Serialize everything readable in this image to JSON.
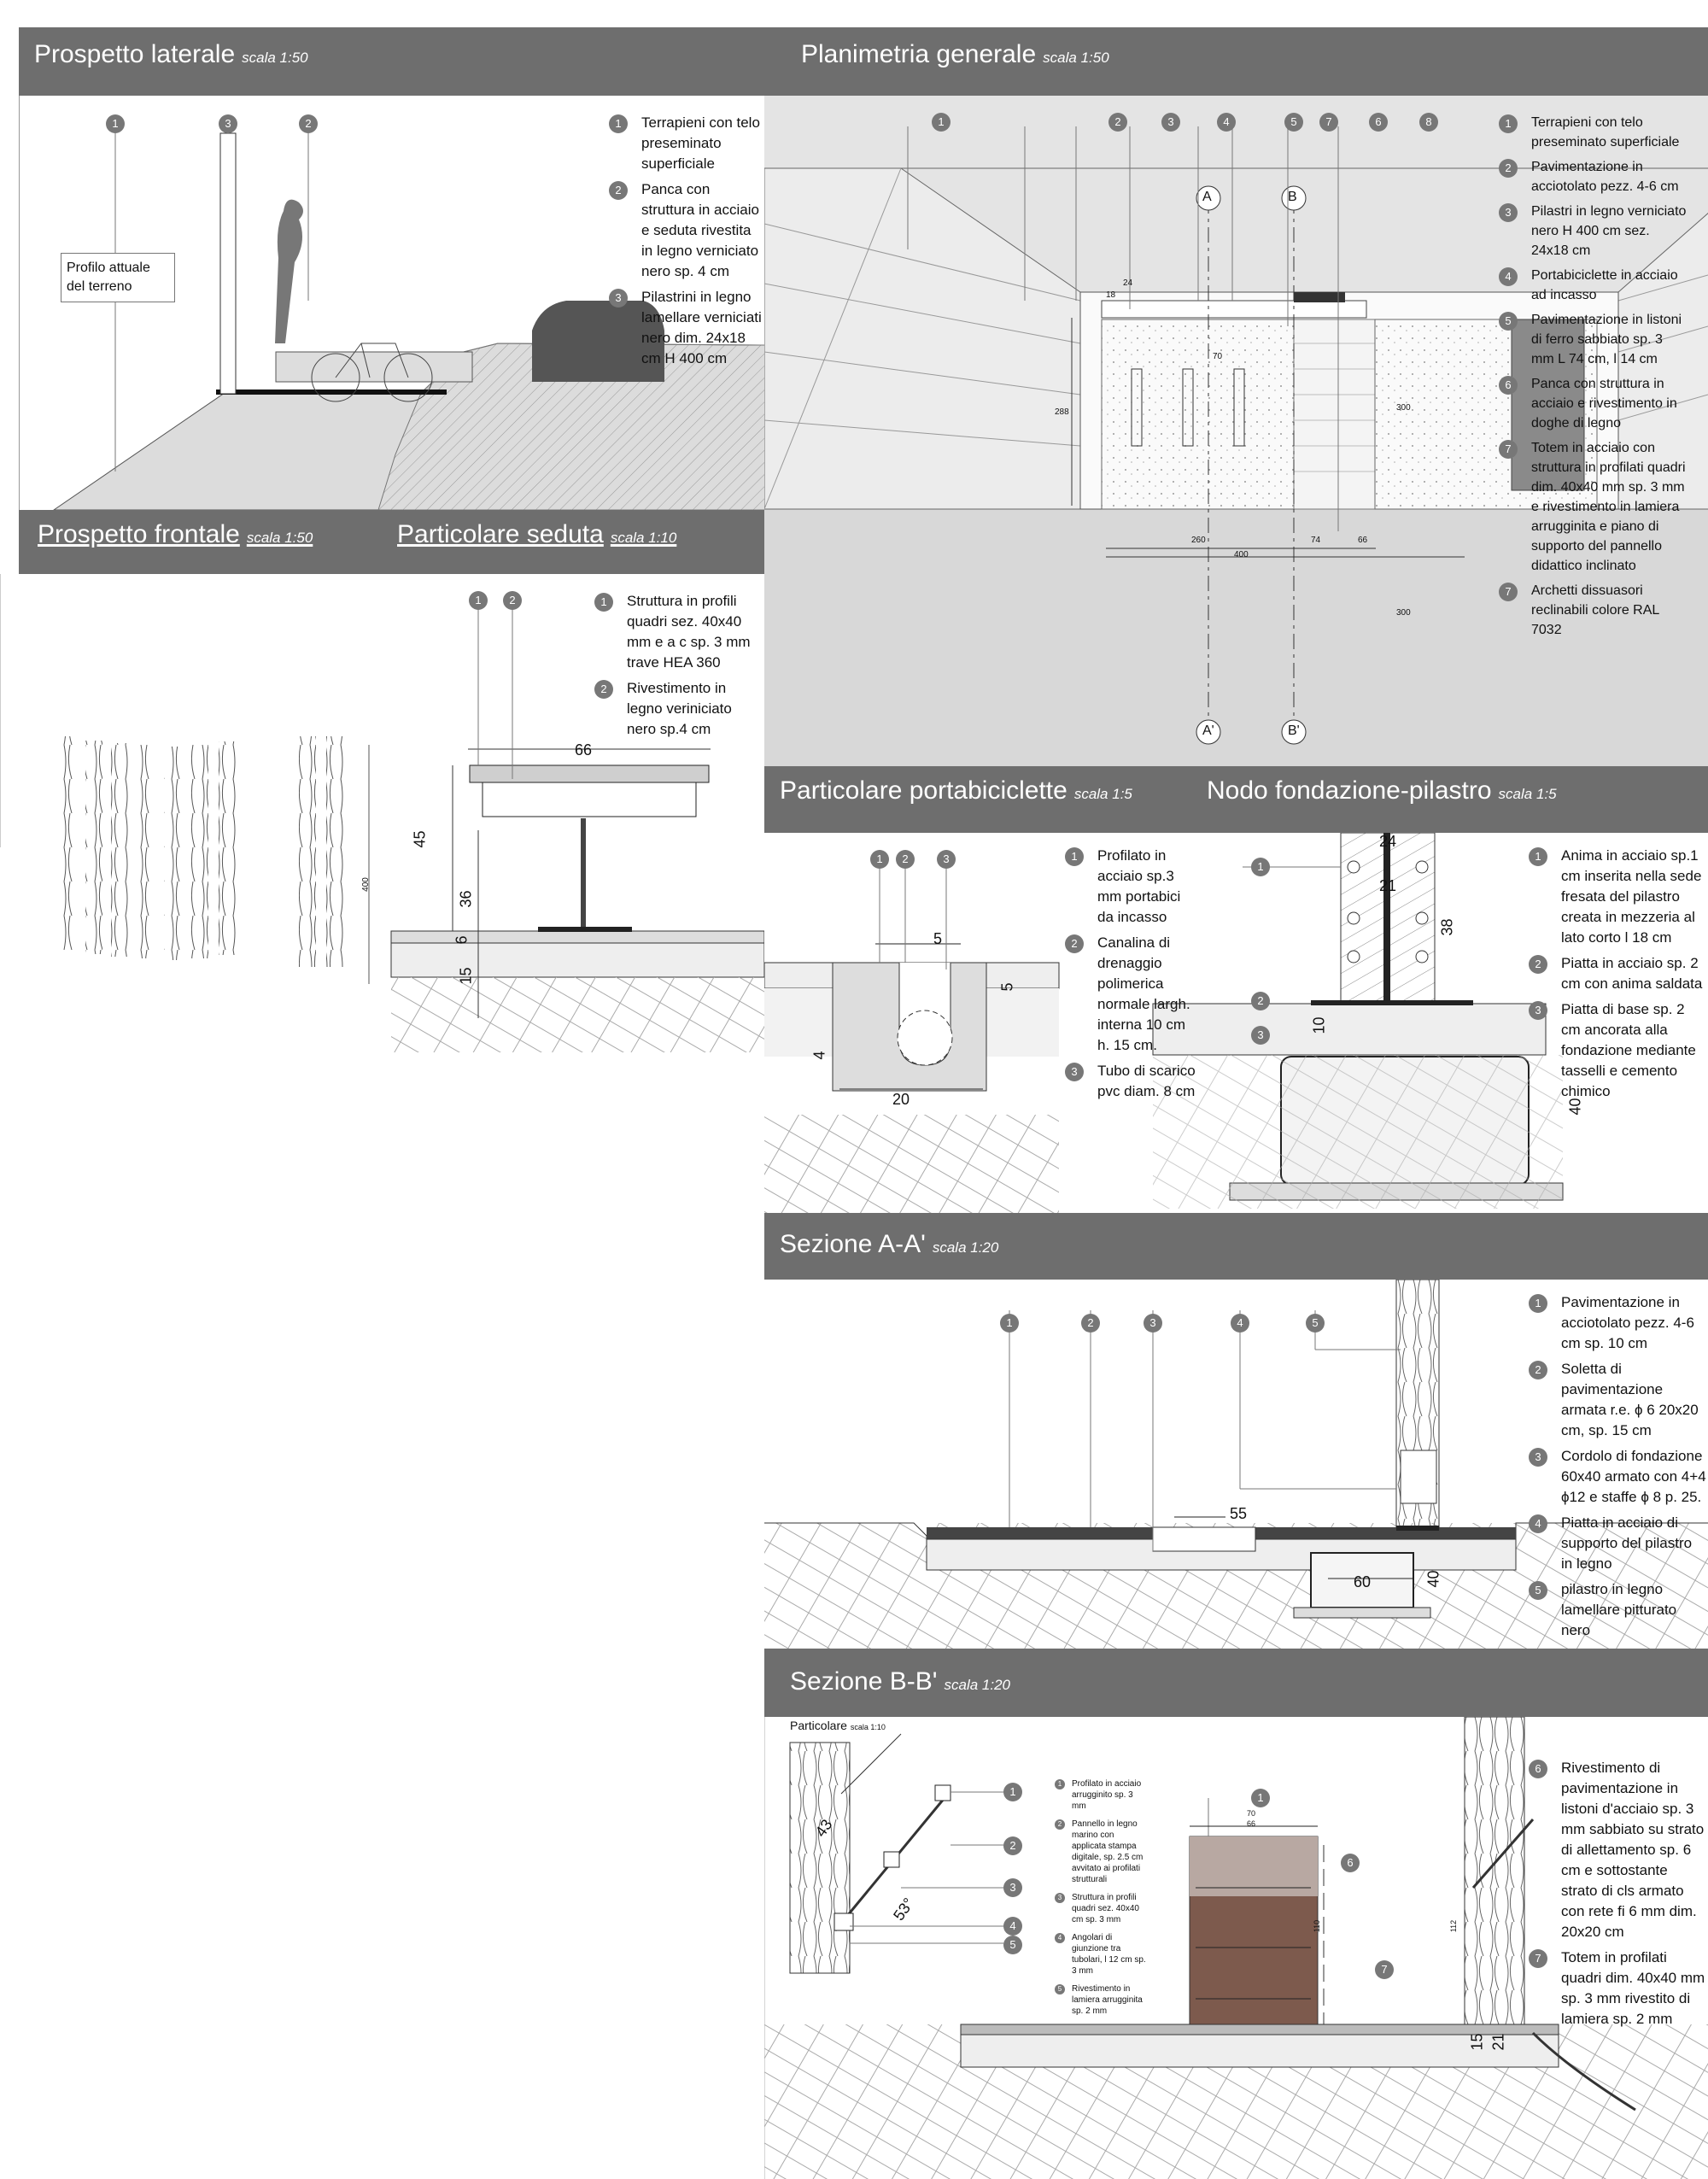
{
  "sections": {
    "prospetto_laterale": {
      "title": "Prospetto laterale",
      "scale": "scala 1:50"
    },
    "planimetria": {
      "title": "Planimetria generale",
      "scale": "scala 1:50"
    },
    "prospetto_frontale": {
      "title": "Prospetto frontale",
      "scale": "scala 1:50"
    },
    "particolare_seduta": {
      "title": "Particolare seduta",
      "scale": "scala 1:10"
    },
    "particolare_portabici": {
      "title": "Particolare portabiciclette",
      "scale": "scala 1:5"
    },
    "nodo_fondazione": {
      "title": "Nodo fondazione-pilastro",
      "scale": "scala 1:5"
    },
    "sezione_aa": {
      "title": "Sezione A-A'",
      "scale": "scala 1:20"
    },
    "sezione_bb": {
      "title": "Sezione B-B'",
      "scale": "scala 1:20"
    },
    "particolare_bb": {
      "title": "Particolare",
      "scale": "scala 1:10"
    }
  },
  "legends": {
    "prospetto_laterale": [
      {
        "n": "1",
        "text": "Terrapieni con telo preseminato superficiale"
      },
      {
        "n": "2",
        "text": "Panca con struttura in acciaio e seduta rivestita in legno verniciato nero sp. 4 cm"
      },
      {
        "n": "3",
        "text": "Pilastrini in legno lamellare verniciati nero dim. 24x18 cm H 400 cm"
      }
    ],
    "planimetria": [
      {
        "n": "1",
        "text": "Terrapieni con telo preseminato superficiale"
      },
      {
        "n": "2",
        "text": "Pavimentazione in acciotolato pezz. 4-6 cm"
      },
      {
        "n": "3",
        "text": "Pilastri in legno verniciato nero H 400 cm sez. 24x18 cm"
      },
      {
        "n": "4",
        "text": "Portabiciclette in acciaio ad incasso"
      },
      {
        "n": "5",
        "text": "Pavimentazione in listoni di ferro sabbiato sp. 3 mm L 74 cm, l 14 cm"
      },
      {
        "n": "6",
        "text": "Panca con struttura in acciaio e rivestimento in doghe di legno"
      },
      {
        "n": "7",
        "text": "Totem in acciaio con struttura in profilati quadri dim. 40x40 mm sp. 3 mm e rivestimento in lamiera arrugginita e piano di supporto del pannello didattico inclinato"
      },
      {
        "n": "7",
        "text": "Archetti dissuasori reclinabili colore RAL 7032"
      }
    ],
    "seduta": [
      {
        "n": "1",
        "text": "Struttura in profili quadri sez. 40x40 mm e a c sp. 3 mm trave HEA 360"
      },
      {
        "n": "2",
        "text": "Rivestimento in legno veriniciato nero sp.4 cm"
      }
    ],
    "portabici": [
      {
        "n": "1",
        "text": "Profilato in acciaio sp.3 mm portabici da incasso"
      },
      {
        "n": "2",
        "text": "Canalina di drenaggio polimerica normale largh. interna 10 cm h. 15 cm."
      },
      {
        "n": "3",
        "text": "Tubo di scarico pvc diam. 8 cm"
      }
    ],
    "nodo": [
      {
        "n": "1",
        "text": "Anima in acciaio sp.1 cm inserita nella sede fresata del pilastro creata in mezzeria al lato corto l 18 cm"
      },
      {
        "n": "2",
        "text": "Piatta in acciaio sp. 2 cm con anima saldata"
      },
      {
        "n": "3",
        "text": "Piatta di base sp. 2 cm ancorata alla fondazione mediante tasselli e cemento chimico"
      }
    ],
    "sezione_aa": [
      {
        "n": "1",
        "text": "Pavimentazione in acciotolato pezz. 4-6 cm sp. 10 cm"
      },
      {
        "n": "2",
        "text": "Soletta di pavimentazione armata r.e. ϕ 6 20x20 cm, sp. 15 cm"
      },
      {
        "n": "3",
        "text": "Cordolo di fondazione 60x40 armato con 4+4 ϕ12 e staffe ϕ 8 p. 25."
      },
      {
        "n": "4",
        "text": "Piatta in acciaio di supporto del pilastro in legno"
      },
      {
        "n": "5",
        "text": "pilastro in legno lamellare pitturato nero"
      }
    ],
    "particolare_bb": [
      {
        "n": "1",
        "text": "Profilato in acciaio arrugginito sp. 3 mm"
      },
      {
        "n": "2",
        "text": "Pannello in legno marino con applicata stampa digitale, sp. 2.5 cm avvitato ai profilati strutturali"
      },
      {
        "n": "3",
        "text": "Struttura in profili quadri sez. 40x40 cm sp. 3 mm"
      },
      {
        "n": "4",
        "text": "Angolari di giunzione tra tubolari, l 12 cm sp. 3 mm"
      },
      {
        "n": "5",
        "text": "Rivestimento in lamiera arrugginita sp. 2 mm"
      }
    ],
    "sezione_bb": [
      {
        "n": "6",
        "text": "Rivestimento di pavimentazione in listoni d'acciaio sp. 3 mm sabbiato su strato di allettamento sp. 6 cm e sottostante strato di cls armato con rete fi 6 mm dim. 20x20 cm"
      },
      {
        "n": "7",
        "text": "Totem in profilati quadri dim. 40x40 mm sp. 3 mm rivestito di lamiera sp. 2 mm"
      }
    ]
  },
  "callouts": {
    "laterale": [
      "1",
      "3",
      "2"
    ],
    "planimetria": [
      "1",
      "2",
      "3",
      "4",
      "5",
      "7",
      "6",
      "8"
    ],
    "seduta": [
      "1",
      "2"
    ],
    "portabici": [
      "1",
      "2",
      "3"
    ],
    "nodo": [
      "1",
      "2",
      "3"
    ],
    "sezione_aa": [
      "1",
      "2",
      "3",
      "4",
      "5"
    ],
    "particolare_bb": [
      "1",
      "2",
      "3",
      "4",
      "5"
    ],
    "sezione_bb": [
      "1",
      "6",
      "7"
    ]
  },
  "labels": {
    "profilo_terreno": "Profilo attuale del terreno",
    "sezione_a": "A",
    "sezione_b": "B",
    "sezione_a1": "A'",
    "sezione_b1": "B'"
  },
  "dimensions": {
    "plan_24": "24",
    "plan_18": "18",
    "plan_70": "70",
    "plan_288": "288",
    "plan_300": "300",
    "plan_260": "260",
    "plan_74": "74",
    "plan_66": "66",
    "plan_400": "400",
    "plan_300b": "300",
    "seduta_66": "66",
    "seduta_45": "45",
    "seduta_36": "36",
    "seduta_6": "6",
    "seduta_15": "15",
    "frontale_400": "400",
    "pb_5a": "5",
    "pb_5b": "5",
    "pb_20": "20",
    "pb_4": "4",
    "nodo_24": "24",
    "nodo_21": "21",
    "nodo_38": "38",
    "nodo_10": "10",
    "nodo_40": "40",
    "aa_55": "55",
    "aa_60": "60",
    "aa_40": "40",
    "pbb_43": "43",
    "pbb_53": "53°",
    "bb_70": "70",
    "bb_66": "66",
    "bb_110": "110",
    "bb_112": "112",
    "bb_15": "15",
    "bb_21": "21"
  },
  "colors": {
    "band": "#6e6e6e",
    "panel_grey": "#d8d8d8",
    "totem_top": "#b8a8a2",
    "totem_body": "#7d5a4d"
  }
}
